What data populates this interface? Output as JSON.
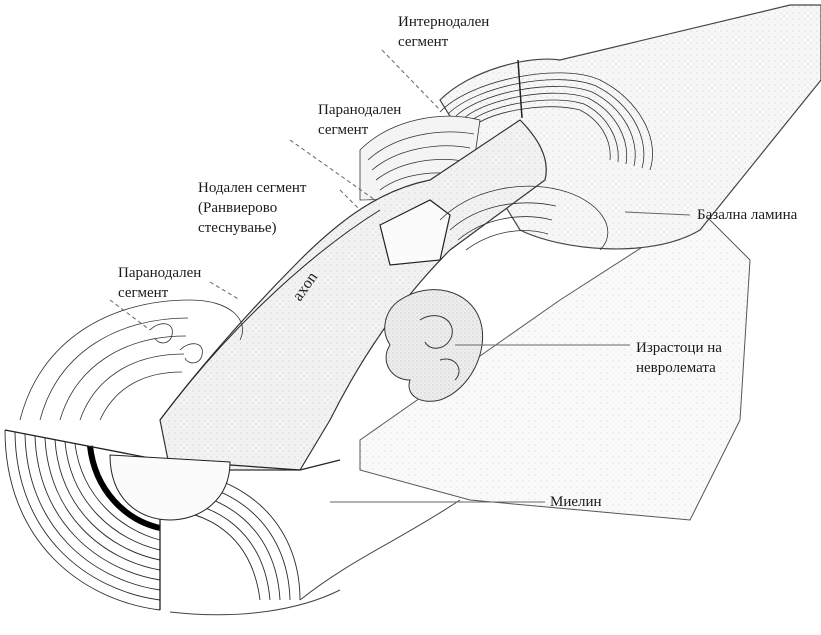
{
  "labels": {
    "internodal": [
      "Интернодален",
      "сегмент"
    ],
    "paranodal_top": [
      "Паранодален",
      "сегмент"
    ],
    "nodal": [
      "Нодален сегмент",
      "(Ранвиерово",
      "стеснување)"
    ],
    "paranodal_left": [
      "Паранодален",
      "сегмент"
    ],
    "basal_lamina": "Базална ламина",
    "neurolemma_processes": [
      "Израстоци на",
      "невролемата"
    ],
    "myelin": "Миелин",
    "axon": "axon"
  }
}
